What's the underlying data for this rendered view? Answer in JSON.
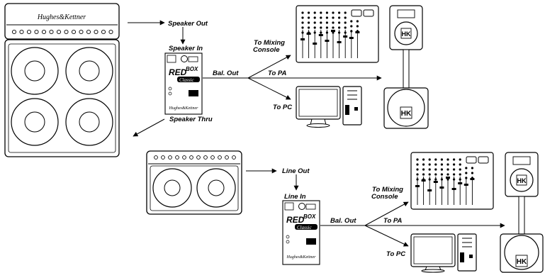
{
  "brand": "Hughes&Kettner",
  "dibox_text": {
    "red": "RED",
    "box": "BOX",
    "classic": "Classic"
  },
  "monitor_badge": "HK",
  "top": {
    "speaker_out": "Speaker Out",
    "speaker_in": "Speaker In",
    "speaker_thru": "Speaker Thru",
    "bal_out": "Bal. Out",
    "to_mixing": "To Mixing",
    "console": "Console",
    "to_pa": "To PA",
    "to_pc": "To PC"
  },
  "bottom": {
    "line_out": "Line Out",
    "line_in": "Line In",
    "bal_out": "Bal. Out",
    "to_mixing": "To Mixing",
    "console": "Console",
    "to_pa": "To PA",
    "to_pc": "To PC"
  }
}
